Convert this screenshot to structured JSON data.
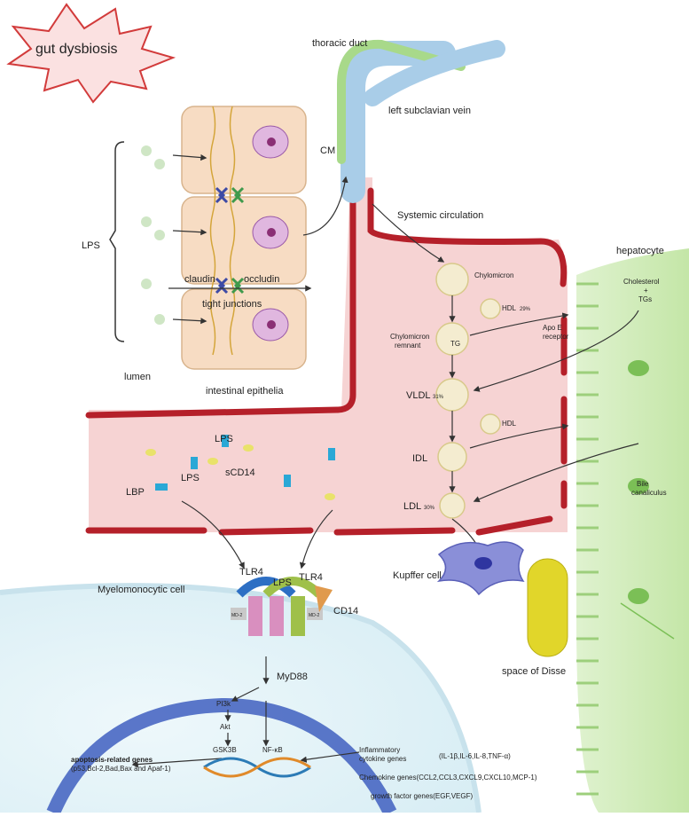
{
  "banner": "gut dysbiosis",
  "labels": {
    "thoracic_duct": "thoracic duct",
    "left_subclavian_vein": "left subclavian vein",
    "cm": "CM",
    "systemic_circulation": "Systemic circulation",
    "lps_group": "LPS",
    "lumen": "lumen",
    "intestinal_epithelia": "intestinal epithelia",
    "claudin": "claudin",
    "occludin": "occludin",
    "tight_junctions": "tight junctions",
    "hepatocyte": "hepatocyte",
    "chylomicron": "Chylomicron",
    "hdl_top": "HDL",
    "hdl_top_pct": "29%",
    "chylomicron_remnant_1": "Chylomicron",
    "chylomicron_remnant_2": "remnant",
    "tg": "TG",
    "apoe_1": "Apo E",
    "apoe_2": "receptor",
    "cholesterol_1": "Cholesterol",
    "cholesterol_2": "+",
    "cholesterol_3": "TGs",
    "vldl": "VLDL",
    "vldl_pct": "31%",
    "hdl_mid": "HDL",
    "idl": "IDL",
    "ldl": "LDL",
    "ldl_pct": "30%",
    "bile_1": "Bile",
    "bile_2": "canaliculus",
    "kupffer": "Kupffer cell",
    "space_disse": "space of Disse",
    "lps_blood": "LPS",
    "lps_blood2": "LPS",
    "scd14": "sCD14",
    "lbp": "LBP",
    "tlr4_left": "TLR4",
    "lps_receptor": "LPS",
    "tlr4_right": "TLR4",
    "cd14": "CD14",
    "md2_left": "MD-2",
    "md2_right": "MD-2",
    "myelomonocytic": "Myelomonocytic cell",
    "myd88": "MyD88",
    "pi3k": "PI3k",
    "akt": "Akt",
    "gsk3b": "GSK3B",
    "nfkb": "NF-κB",
    "apoptosis_title": "apoptosis-related genes",
    "apoptosis_genes": "(p53,Bcl-2,Bad,Bax and Apaf-1)",
    "inflam_1": "Inflammatory",
    "inflam_2": "cytokine genes",
    "cytokine_list": "(IL-1β,IL-6,IL-8,TNF-α)",
    "chemokine": "Chemokine genes(CCL2,CCL3,CXCL9,CXCL10,MCP-1)",
    "growth": "growth factor genes(EGF,VEGF)"
  },
  "colors": {
    "vessel_fill": "#f6d3d3",
    "vessel_wall": "#b5202a",
    "epithelium": "#f7dcc3",
    "lymph_green": "#a8d98a",
    "vein_blue": "#a9cde8",
    "liver_green": "#c9e9b0",
    "kupffer": "#8a8fd8",
    "disse": "#e1d62a",
    "nucleus": "#3f5fbf",
    "cell_bg": "#dff1f6"
  }
}
